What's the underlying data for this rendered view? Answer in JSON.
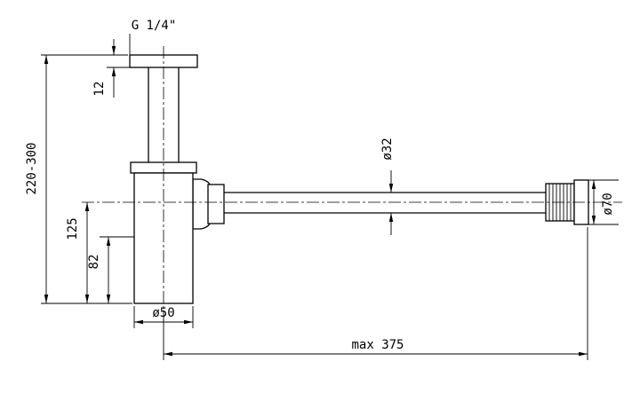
{
  "diagram": {
    "line_color": "#000000",
    "background_color": "#ffffff",
    "labels": {
      "thread_size": "G 1/4\"",
      "flange_thickness": "12",
      "installation_height": "220-300",
      "trap_drop": "125",
      "cup_depth": "82",
      "body_diameter": "ø50",
      "pipe_diameter": "ø32",
      "rosette_diameter": "ø70",
      "max_reach": "max 375"
    }
  }
}
